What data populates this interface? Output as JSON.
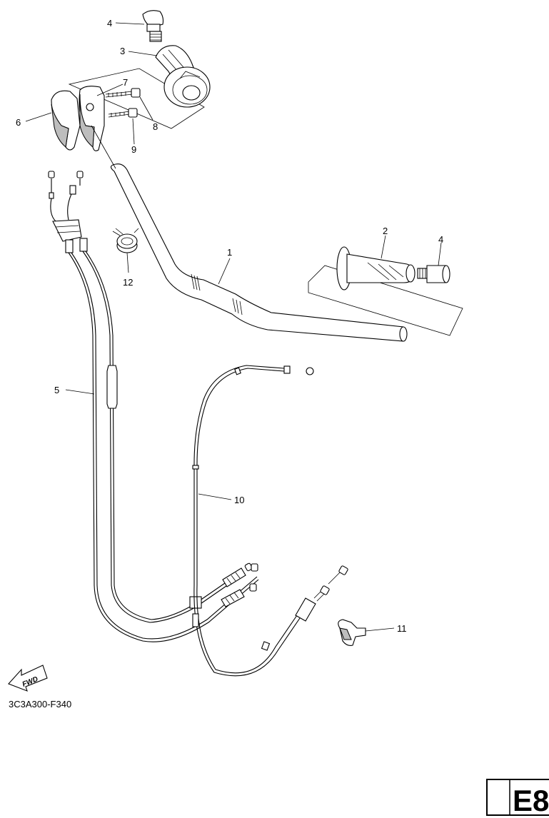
{
  "diagram": {
    "part_labels": [
      "1",
      "2",
      "3",
      "4",
      "4",
      "5",
      "6",
      "7",
      "8",
      "9",
      "10",
      "11",
      "12"
    ],
    "fwd_text": "FWD",
    "drawing_code": "3C3A300-F340",
    "page_code": "E8"
  }
}
